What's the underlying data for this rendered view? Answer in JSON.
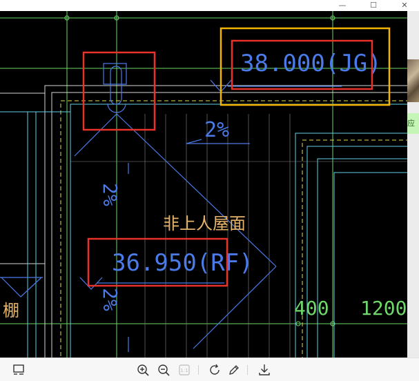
{
  "window": {
    "minimize_symbol": "—",
    "maximize_symbol": "☐",
    "close_symbol": "✕"
  },
  "drawing": {
    "elevation_jg": "38.000(JG)",
    "elevation_rf": "36.950(RF)",
    "slope_top": "2%",
    "slope_left_upper": "2%",
    "slope_left_lower": "2%",
    "roof_label": "非上人屋面",
    "dimension_400": "400",
    "dimension_1200": "1200",
    "left_label": "棚",
    "colors": {
      "background": "#000000",
      "cad_blue": "#4a7be8",
      "cad_cyan": "#5fd0e8",
      "cad_green": "#6fd86a",
      "cad_yellow": "#e6e14a",
      "cad_white": "#d8d8d8",
      "label_orange": "#e6b36a",
      "annotation_red": "#e8322a",
      "annotation_orange": "#f5b400"
    }
  },
  "side_panel": {
    "green_tab_text": "应"
  },
  "toolbar": {
    "page_indicator": "1:1",
    "icons": [
      "panel-layout-icon",
      "zoom-in-icon",
      "zoom-out-icon",
      "actual-size-icon",
      "rotate-icon",
      "edit-icon",
      "download-icon"
    ]
  }
}
